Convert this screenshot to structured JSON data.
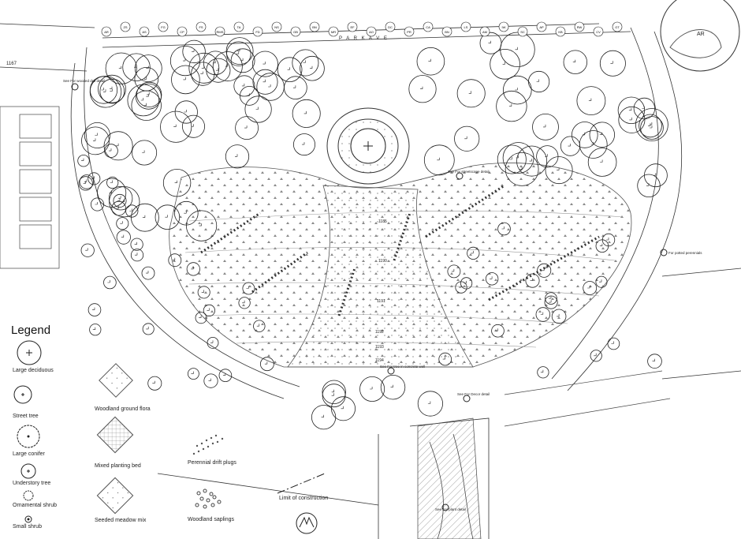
{
  "legend": {
    "title": "Legend",
    "items": [
      {
        "key": "large_deciduous",
        "label": "Large deciduous"
      },
      {
        "key": "street_tree",
        "label": "Street tree"
      },
      {
        "key": "large_conifer",
        "label": "Large conifer"
      },
      {
        "key": "understory_tree",
        "label": "Understory tree"
      },
      {
        "key": "ornamental_shrub",
        "label": "Ornamental shrub"
      },
      {
        "key": "small_shrub",
        "label": "Small shrub"
      },
      {
        "key": "woodland_ground_flora",
        "label": "Woodland ground flora"
      },
      {
        "key": "mixed_planting_bed",
        "label": "Mixed planting bed"
      },
      {
        "key": "seeded_meadow_mix",
        "label": "Seeded meadow mix"
      },
      {
        "key": "perennial_drift_plugs",
        "label": "Perennial drift plugs"
      },
      {
        "key": "woodland_saplings",
        "label": "Woodland saplings"
      },
      {
        "key": "limit_of_construction",
        "label": "Limit of construction"
      }
    ]
  },
  "callouts": {
    "wooded_dell": "See For wooded dell detail",
    "streetscape": "See For streetscape detail",
    "potted_perennials": "For potted perennials",
    "tree_in_concrete": "See For tree in concrete well",
    "plant_detail": "See For plant detail",
    "decor_detail": "See For Decor detail"
  },
  "street_text": "P A R K   A V E",
  "contours": [
    "1167",
    "1185",
    "1190",
    "1191",
    "1192",
    "1193",
    "1194"
  ],
  "tree_tags": [
    "AR",
    "ZS",
    "AS",
    "FG",
    "CP",
    "FS",
    "RMS",
    "TA",
    "FD",
    "NS",
    "GB",
    "BN",
    "MR",
    "EF",
    "AO",
    "DC",
    "PR",
    "CA",
    "BN",
    "LS",
    "AM",
    "IW",
    "SC",
    "AP",
    "KB",
    "RW",
    "CV",
    "GT"
  ],
  "north_label": "AR",
  "colors": {
    "ink": "#222222",
    "paper": "#ffffff",
    "hatch": "#555555"
  }
}
